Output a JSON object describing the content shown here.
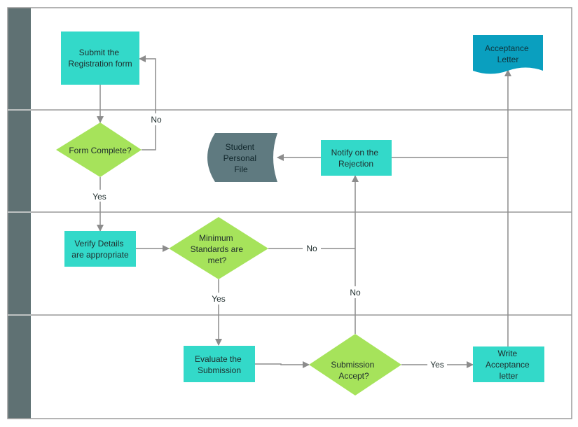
{
  "nodes": {
    "submit_form": [
      "Submit the",
      "Registration form"
    ],
    "acceptance_letter_doc": [
      "Acceptance",
      "Letter"
    ],
    "form_complete": [
      "Form Complete?"
    ],
    "student_file": [
      "Student",
      "Personal",
      "File"
    ],
    "notify_rejection": [
      "Notify on the",
      "Rejection"
    ],
    "verify_details": [
      "Verify Details",
      "are appropriate"
    ],
    "min_standards": [
      "Minimum",
      "Standards  are",
      "met?"
    ],
    "evaluate_submission": [
      "Evaluate the",
      "Submission"
    ],
    "submission_accept": [
      "Submission",
      "Accept?"
    ],
    "write_letter": [
      "Write",
      "Acceptance",
      "letter"
    ]
  },
  "edge_labels": {
    "form_no": "No",
    "form_yes": "Yes",
    "standards_no": "No",
    "standards_yes": "Yes",
    "accept_no": "No",
    "accept_yes": "Yes"
  },
  "colors": {
    "process": "#33d9c9",
    "decision": "#a6e35b",
    "document": "#0a9fbf",
    "file": "#5f7a80",
    "lane_header": "#5f7173",
    "lane_border": "#9a9a9a",
    "connector": "#8c8c8c"
  }
}
